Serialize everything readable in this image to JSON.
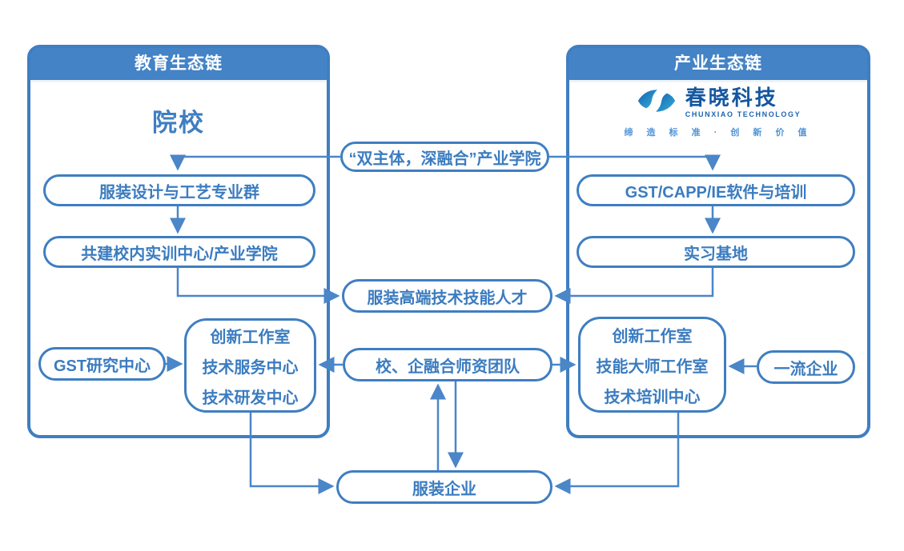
{
  "colors": {
    "primary_blue": "#3f7ec1",
    "header_fill": "#4383c6",
    "text_blue": "#3b7cc0",
    "arrow_blue": "#4a86c8",
    "logo_dark_blue": "#1457a0",
    "logo_teal": "#2fb3dc"
  },
  "left_panel": {
    "header": "教育生态链",
    "title": "院校",
    "pill_major_group": "服装设计与工艺专业群",
    "pill_training_center": "共建校内实训中心/产业学院",
    "pill_gst_research": "GST研究中心",
    "multi_box": {
      "line1": "创新工作室",
      "line2": "技术服务中心",
      "line3": "技术研发中心"
    }
  },
  "right_panel": {
    "header": "产业生态链",
    "logo": {
      "name": "春晓科技",
      "name_en": "CHUNXIAO TECHNOLOGY",
      "tagline": "缔 造 标 准 · 创 新 价 值",
      "icon": "chunxiao-swirl-eye"
    },
    "pill_software_training": "GST/CAPP/IE软件与培训",
    "pill_internship_base": "实习基地",
    "pill_elite_enterprise": "一流企业",
    "multi_box": {
      "line1": "创新工作室",
      "line2": "技能大师工作室",
      "line3": "技术培训中心"
    }
  },
  "center": {
    "pill_industry_college": "“双主体，深融合”产业学院",
    "pill_talent": "服装高端技术技能人才",
    "pill_teacher_team": "校、企融合师资团队",
    "pill_garment_enterprise": "服装企业"
  }
}
